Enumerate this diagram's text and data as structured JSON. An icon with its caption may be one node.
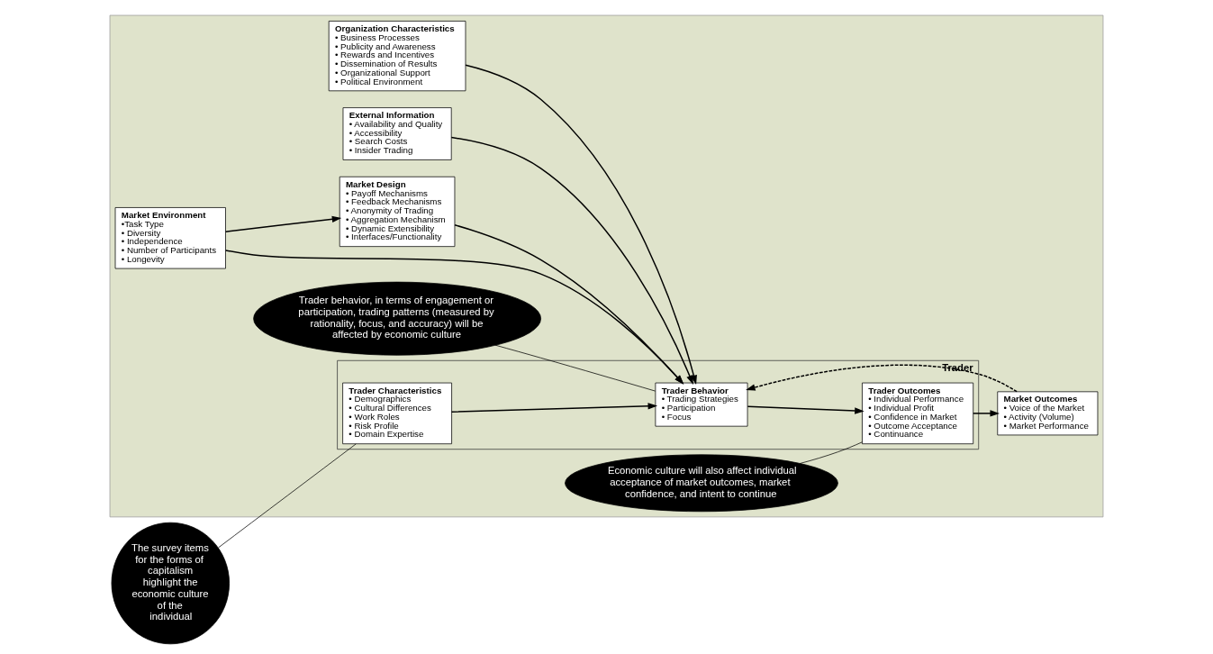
{
  "diagram": {
    "nodes": [
      {
        "text": [],
        "shape": "box"
      },
      {
        "text": [
          "Organization Characteristics",
          "• Business Processes",
          "• Publicity and Awareness",
          "• Rewards and Incentives",
          "• Dissemination of Results",
          "• Organizational Support",
          "• Political Environment"
        ],
        "in": 0
      },
      {
        "text": [
          "External Information",
          "• Availability and Quality",
          "• Accessibility",
          "• Search Costs",
          "• Insider Trading"
        ],
        "in": 0
      },
      {
        "text": [
          "Trader"
        ],
        "in": 0
      },
      {
        "text": [
          "Trader Characteristics",
          "• Demographics",
          "• Cultural Differences",
          "• Work Roles",
          "• Risk Profile",
          "• Domain Expertise"
        ],
        "in": 3
      },
      {
        "text": [
          "Trader Behavior",
          "• Trading Strategies",
          "• Participation",
          "• Focus"
        ],
        "in": 3
      },
      {
        "text": [
          "Trader Outcomes",
          "• Individual Performance",
          "• Individual Profit",
          "• Confidence in Market",
          "• Outcome Acceptance",
          "• Continuance"
        ],
        "in": 3
      },
      {
        "text": [
          "Market Outcomes",
          "• Voice of the Market",
          "• Activity (Volume)",
          "• Market Performance"
        ],
        "in": 0
      },
      {
        "text": [
          "Market Environment",
          "•Task Type",
          "• Diversity",
          "• Independence",
          "• Number of Participants",
          "• Longevity"
        ],
        "in": 0
      },
      {
        "text": [
          "Market Design",
          "• Payoff Mechanisms",
          "• Feedback Mechanisms",
          "• Anonymity of Trading",
          "• Aggregation Mechanism",
          "• Dynamic Extensibility",
          "• Interfaces/Functionality"
        ],
        "in": 0
      },
      {
        "text": [
          "The survey items for the forms of capitalism highlight the economic culture of the individual"
        ]
      },
      {
        "text": [
          "Trader behavior, in terms of engagement or participation, trading patterns (measured by rationality, focus, and accuracy) will be affected by economic culture"
        ],
        "in": 0
      },
      {
        "text": [
          "Economic culture will also affect individual acceptance of market outcomes, market confidence, and intent to continue"
        ],
        "in": 0
      }
    ],
    "edges": [
      {
        "from": 1,
        "to": 5,
        "arrow": "to"
      },
      {
        "from": 2,
        "to": 5,
        "arrow": "to"
      },
      {
        "from": 4,
        "to": 5,
        "arrow": "to"
      },
      {
        "from": 8,
        "to": 5,
        "arrow": "to"
      },
      {
        "from": 8,
        "to": 9,
        "arrow": "to"
      },
      {
        "from": 9,
        "to": 5,
        "arrow": "to"
      },
      {
        "from": 5,
        "to": 6,
        "arrow": "to"
      },
      {
        "from": 6,
        "to": 7,
        "arrow": "to"
      },
      {
        "from": 7,
        "to": 5,
        "arrow": "to",
        "style": "dashed"
      },
      {
        "from": 10,
        "to": 4,
        "arrow": "none"
      },
      {
        "from": 11,
        "to": 5,
        "arrow": "none"
      },
      {
        "from": 12,
        "to": 6,
        "arrow": "none"
      }
    ]
  }
}
